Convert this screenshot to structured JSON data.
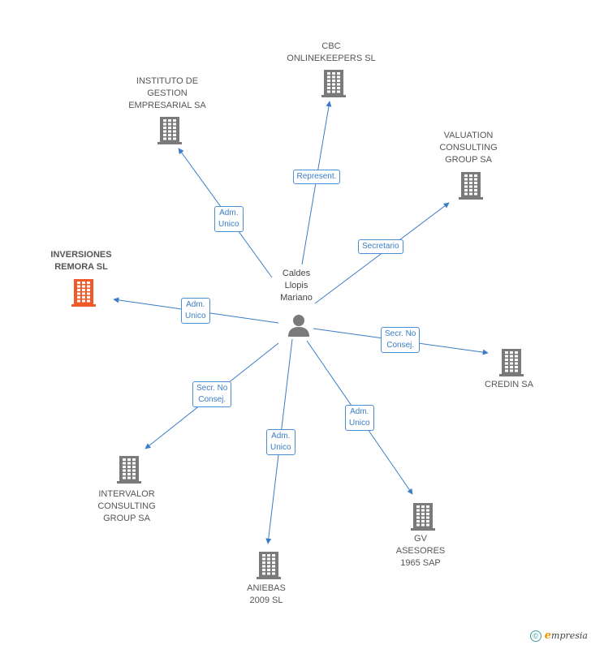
{
  "center": {
    "name": "Caldes\nLlopis\nMariano"
  },
  "nodes": [
    {
      "id": "cbc",
      "name": "CBC\nONLINEKEEPERS SL",
      "relation": "Represent.",
      "highlight": false
    },
    {
      "id": "instituto",
      "name": "INSTITUTO DE\nGESTION\nEMPRESARIAL SA",
      "relation": "Adm.\nUnico",
      "highlight": false
    },
    {
      "id": "valuation",
      "name": "VALUATION\nCONSULTING\nGROUP SA",
      "relation": "Secretario",
      "highlight": false
    },
    {
      "id": "inversiones",
      "name": "INVERSIONES\nREMORA SL",
      "relation": "Adm.\nUnico",
      "highlight": true
    },
    {
      "id": "credin",
      "name": "CREDIN SA",
      "relation": "Secr.  No\nConsej.",
      "highlight": false
    },
    {
      "id": "intervalor",
      "name": "INTERVALOR\nCONSULTING\nGROUP SA",
      "relation": "Secr.  No\nConsej.",
      "highlight": false
    },
    {
      "id": "aniebas",
      "name": "ANIEBAS\n2009 SL",
      "relation": "Adm.\nUnico",
      "highlight": false
    },
    {
      "id": "gv",
      "name": "GV\nASESORES\n1965 SAP",
      "relation": "Adm.\nUnico",
      "highlight": false
    }
  ],
  "colors": {
    "edge": "#3a7cc5",
    "building": "#7a7a7a",
    "highlight": "#f05a28",
    "person": "#7a7a7a"
  },
  "footer": {
    "copyright_symbol": "©",
    "brand_initial": "e",
    "brand_rest": "mpresia"
  }
}
